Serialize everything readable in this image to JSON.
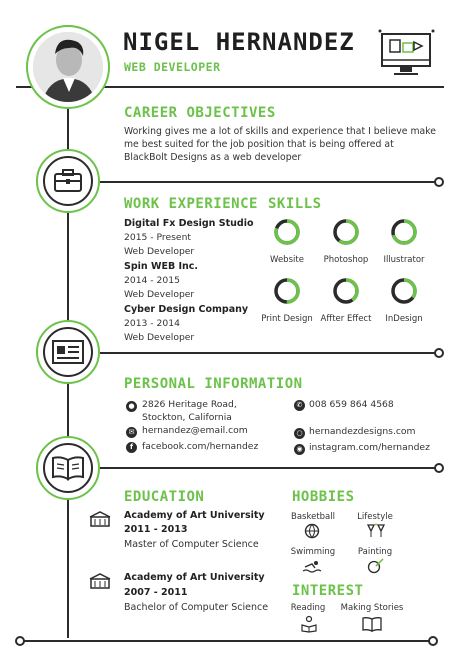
{
  "header": {
    "name": "NIGEL HERNANDEZ",
    "title": "WEB DEVELOPER"
  },
  "career": {
    "heading": "CAREER OBJECTIVES",
    "text": "Working gives me a lot of skills and experience that I believe make me best suited for the job position that is being offered at BlackBolt Designs as a web developer"
  },
  "work": {
    "heading": "WORK EXPERIENCE",
    "jobs": [
      {
        "company": "Digital Fx Design Studio",
        "period": "2015 - Present",
        "role": "Web Developer"
      },
      {
        "company": "Spin WEB Inc.",
        "period": "2014 - 2015",
        "role": "Web Developer"
      },
      {
        "company": "Cyber Design Company",
        "period": "2013 - 2014",
        "role": "Web Developer"
      }
    ]
  },
  "skills": {
    "heading": "SKILLS",
    "items": [
      {
        "label": "Website",
        "level": 0.8
      },
      {
        "label": "Photoshop",
        "level": 0.6
      },
      {
        "label": "Illustrator",
        "level": 0.7
      },
      {
        "label": "Print Design",
        "level": 0.5
      },
      {
        "label": "Affter Effect",
        "level": 0.4
      },
      {
        "label": "InDesign",
        "level": 0.35
      }
    ]
  },
  "personal": {
    "heading": "PERSONAL INFORMATION",
    "address": "2826 Heritage Road, Stockton, California",
    "phone": "008 659 864 4568",
    "email": "hernandez@email.com",
    "website": "hernandezdesigns.com",
    "facebook": "facebook.com/hernandez",
    "instagram": "instagram.com/hernandez"
  },
  "education": {
    "heading": "EDUCATION",
    "items": [
      {
        "school": "Academy of Art University",
        "years": "2011 - 2013",
        "degree": "Master of Computer Science"
      },
      {
        "school": "Academy of Art University",
        "years": "2007 - 2011",
        "degree": "Bachelor of Computer Science"
      }
    ]
  },
  "hobbies": {
    "heading": "HOBBIES",
    "items": [
      "Basketball",
      "Lifestyle",
      "Swimming",
      "Painting"
    ]
  },
  "interest": {
    "heading": "INTEREST",
    "items": [
      "Reading",
      "Making Stories"
    ]
  },
  "colors": {
    "accent": "#6cc24a",
    "dark": "#2b2b2b"
  }
}
